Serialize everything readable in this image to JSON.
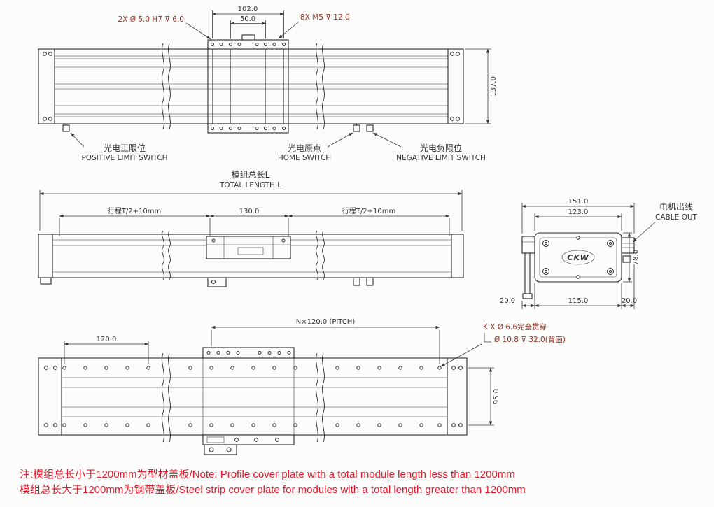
{
  "top_view": {
    "dim_span_outer": "102.0",
    "dim_span_inner": "50.0",
    "callout_dowel": "2X  Ø 5.0 H7  ⊽ 6.0",
    "callout_tap": "8X  M5  ⊽ 12.0",
    "dim_width": "137.0",
    "positive_limit_cn": "光电正限位",
    "positive_limit_en": "POSITIVE LIMIT SWITCH",
    "home_cn": "光电原点",
    "home_en": "HOME SWITCH",
    "negative_limit_cn": "光电负限位",
    "negative_limit_en": "NEGATIVE LIMIT SWITCH"
  },
  "front_view": {
    "total_length_cn": "模组总长L",
    "total_length_en": "TOTAL LENGTH L",
    "stroke_left": "行程T/2+10mm",
    "dim_center": "130.0",
    "stroke_right": "行程T/2+10mm"
  },
  "end_view": {
    "dim_overall_width": "151.0",
    "dim_body_width": "123.0",
    "dim_height": "78.0",
    "dim_left": "20.0",
    "dim_center": "115.0",
    "dim_right": "20.0",
    "cable_cn": "电机出线",
    "cable_en": "CABLE OUT",
    "logo": "CKW"
  },
  "bottom_view": {
    "dim_pitch": "N×120.0 (PITCH)",
    "dim_first_pitch": "120.0",
    "hole_callout_line1": "K X  Ø 6.6完全贯穿",
    "hole_callout_line2": "Ø 10.8  ⊽ 32.0(背面)",
    "dim_width": "95.0"
  },
  "notes": {
    "line1": "注:模组总长小于1200mm为型材盖板/Note: Profile cover plate with a total module length less than 1200mm",
    "line2": "模组总长大于1200mm为钢带盖板/Steel strip cover plate for modules with a total length greater than 1200mm"
  }
}
